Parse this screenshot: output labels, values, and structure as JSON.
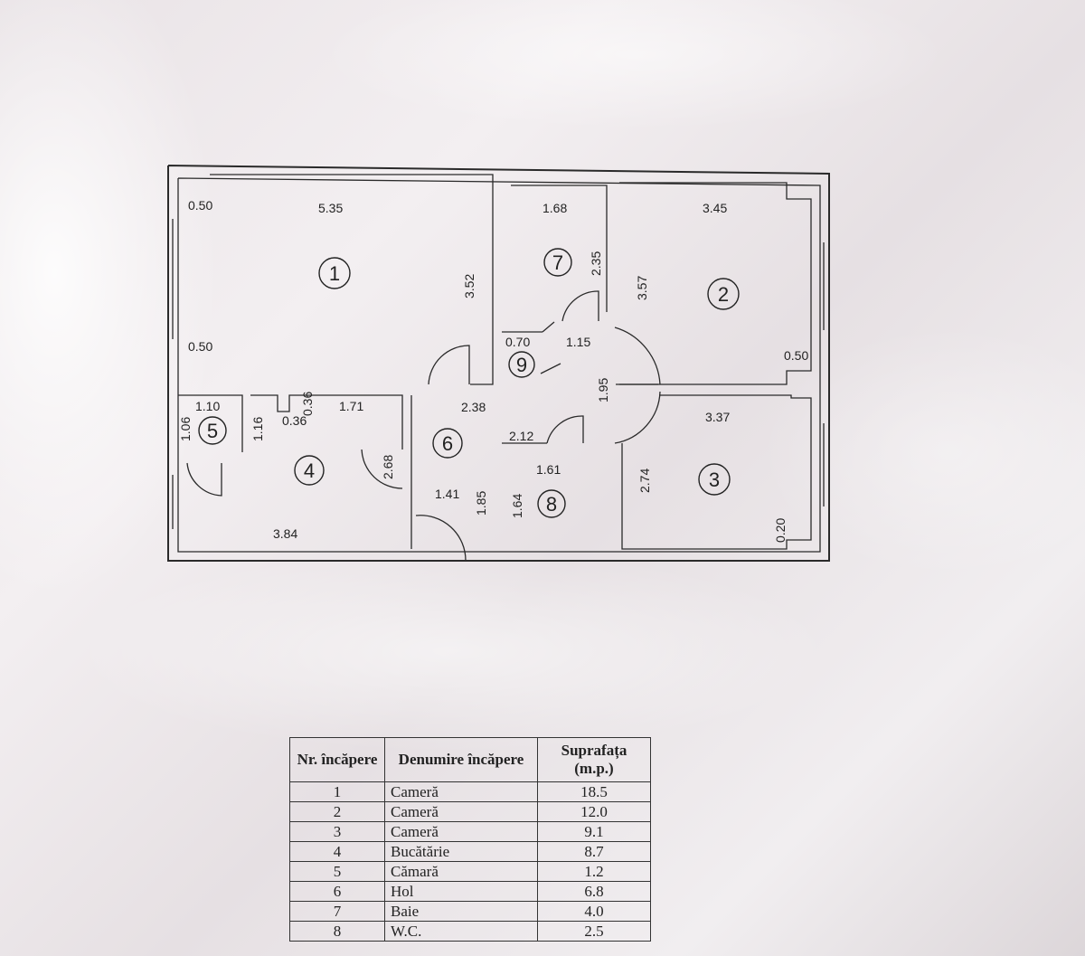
{
  "rooms": [
    {
      "num": "1"
    },
    {
      "num": "2"
    },
    {
      "num": "3"
    },
    {
      "num": "4"
    },
    {
      "num": "5"
    },
    {
      "num": "6"
    },
    {
      "num": "7"
    },
    {
      "num": "8"
    },
    {
      "num": "9"
    }
  ],
  "dims": {
    "d1_top": "5.35",
    "d1_left_top": "0.50",
    "d1_left_bottom": "0.50",
    "d1_right": "3.52",
    "d7_top": "1.68",
    "d7_right": "2.35",
    "d2_top": "3.45",
    "d2_left": "3.57",
    "d2_bottom": "0.50",
    "d9_a": "0.70",
    "d9_b": "1.15",
    "d_corr": "1.95",
    "d6_top": "2.38",
    "d6_left": "2.68",
    "d6_mid": "1.41",
    "d6_right": "1.85",
    "d8_top_a": "2.12",
    "d8_top": "1.61",
    "d8_left": "1.64",
    "d3_top": "3.37",
    "d3_left": "2.74",
    "d3_right": "0.20",
    "d5_top": "1.10",
    "d5_left": "1.06",
    "d4_a": "1.16",
    "d4_b": "0.36",
    "d4_c": "0.36",
    "d4_top": "1.71",
    "d4_bottom": "3.84"
  },
  "table": {
    "headers": [
      "Nr. încăpere",
      "Denumire încăpere",
      "Suprafața (m.p.)"
    ],
    "rows": [
      {
        "nr": "1",
        "name": "Cameră",
        "area": "18.5"
      },
      {
        "nr": "2",
        "name": "Cameră",
        "area": "12.0"
      },
      {
        "nr": "3",
        "name": "Cameră",
        "area": "9.1"
      },
      {
        "nr": "4",
        "name": "Bucătărie",
        "area": "8.7"
      },
      {
        "nr": "5",
        "name": "Cămară",
        "area": "1.2"
      },
      {
        "nr": "6",
        "name": "Hol",
        "area": "6.8"
      },
      {
        "nr": "7",
        "name": "Baie",
        "area": "4.0"
      },
      {
        "nr": "8",
        "name": "W.C.",
        "area": "2.5"
      }
    ]
  }
}
